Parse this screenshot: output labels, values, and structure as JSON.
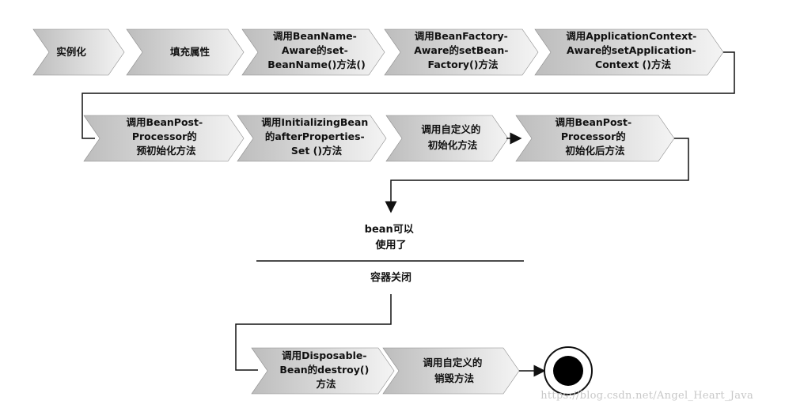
{
  "row1": [
    {
      "lines": [
        "实例化"
      ]
    },
    {
      "lines": [
        "填充属性"
      ]
    },
    {
      "lines": [
        "调用BeanName-",
        "Aware的set-",
        "BeanName()方法()"
      ]
    },
    {
      "lines": [
        "调用BeanFactory-",
        "Aware的setBean-",
        "Factory()方法"
      ]
    },
    {
      "lines": [
        "调用ApplicationContext-",
        "Aware的setApplication-",
        "Context ()方法"
      ]
    }
  ],
  "row2": [
    {
      "lines": [
        "调用BeanPost-",
        "Processor的",
        "预初始化方法"
      ]
    },
    {
      "lines": [
        "调用InitializingBean",
        "的afterProperties-",
        "Set ()方法"
      ]
    },
    {
      "lines": [
        "调用自定义的",
        "初始化方法"
      ]
    },
    {
      "lines": [
        "调用BeanPost-",
        "Processor的",
        "初始化后方法"
      ]
    }
  ],
  "bean_ready": [
    "bean可以",
    "使用了"
  ],
  "container_closed": "容器关闭",
  "row3": [
    {
      "lines": [
        "调用Disposable-",
        "Bean的destroy()",
        "方法"
      ]
    },
    {
      "lines": [
        "调用自定义的",
        "销毁方法"
      ]
    }
  ],
  "watermark": "https://blog.csdn.net/Angel_Heart_Java",
  "colors": {
    "chevron_fill_start": "#bdbdbd",
    "chevron_fill_end": "#f4f4f4",
    "line": "#111111"
  }
}
